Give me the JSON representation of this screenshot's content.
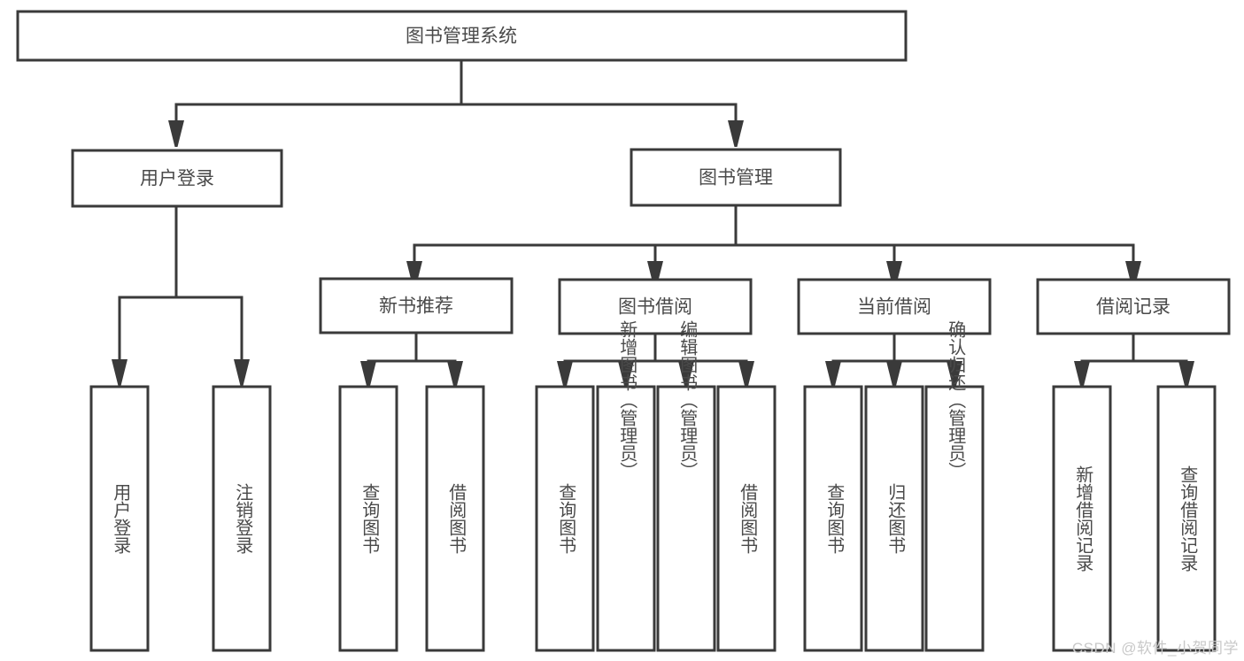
{
  "diagram": {
    "title": "图书管理系统",
    "watermark": "CSDN @软件_小贺同学",
    "colors": {
      "stroke": "#3a3a3a",
      "box_fill": "#ffffff",
      "text": "#4a4a4a",
      "background": "#ffffff",
      "watermark": "#c9c9c9"
    },
    "levels": {
      "root": {
        "label": "图书管理系统"
      },
      "level2": [
        {
          "id": "user-login",
          "label": "用户登录"
        },
        {
          "id": "book-management",
          "label": "图书管理"
        }
      ],
      "level3": [
        {
          "id": "new-book-recommend",
          "label": "新书推荐",
          "parent": "book-management"
        },
        {
          "id": "book-borrow",
          "label": "图书借阅",
          "parent": "book-management"
        },
        {
          "id": "current-borrow",
          "label": "当前借阅",
          "parent": "book-management"
        },
        {
          "id": "borrow-record",
          "label": "借阅记录",
          "parent": "book-management"
        }
      ],
      "leaves": [
        {
          "id": "leaf-user-login",
          "label": "用户登录",
          "parent": "user-login"
        },
        {
          "id": "leaf-logout-login",
          "label": "注销登录",
          "parent": "user-login"
        },
        {
          "id": "leaf-query-book-1",
          "label": "查询图书",
          "parent": "new-book-recommend"
        },
        {
          "id": "leaf-borrow-book-1",
          "label": "借阅图书",
          "parent": "new-book-recommend"
        },
        {
          "id": "leaf-query-book-2",
          "label": "查询图书",
          "parent": "book-borrow"
        },
        {
          "id": "leaf-add-book",
          "label": "新增图书（管理员）",
          "parent": "book-borrow"
        },
        {
          "id": "leaf-edit-book",
          "label": "编辑图书（管理员）",
          "parent": "book-borrow"
        },
        {
          "id": "leaf-borrow-book-2",
          "label": "借阅图书",
          "parent": "book-borrow"
        },
        {
          "id": "leaf-query-book-3",
          "label": "查询图书",
          "parent": "current-borrow"
        },
        {
          "id": "leaf-return-book",
          "label": "归还图书",
          "parent": "current-borrow"
        },
        {
          "id": "leaf-confirm-return",
          "label": "确认归还（管理员）",
          "parent": "current-borrow"
        },
        {
          "id": "leaf-add-record",
          "label": "新增借阅记录",
          "parent": "borrow-record"
        },
        {
          "id": "leaf-query-record",
          "label": "查询借阅记录",
          "parent": "borrow-record"
        }
      ]
    }
  }
}
